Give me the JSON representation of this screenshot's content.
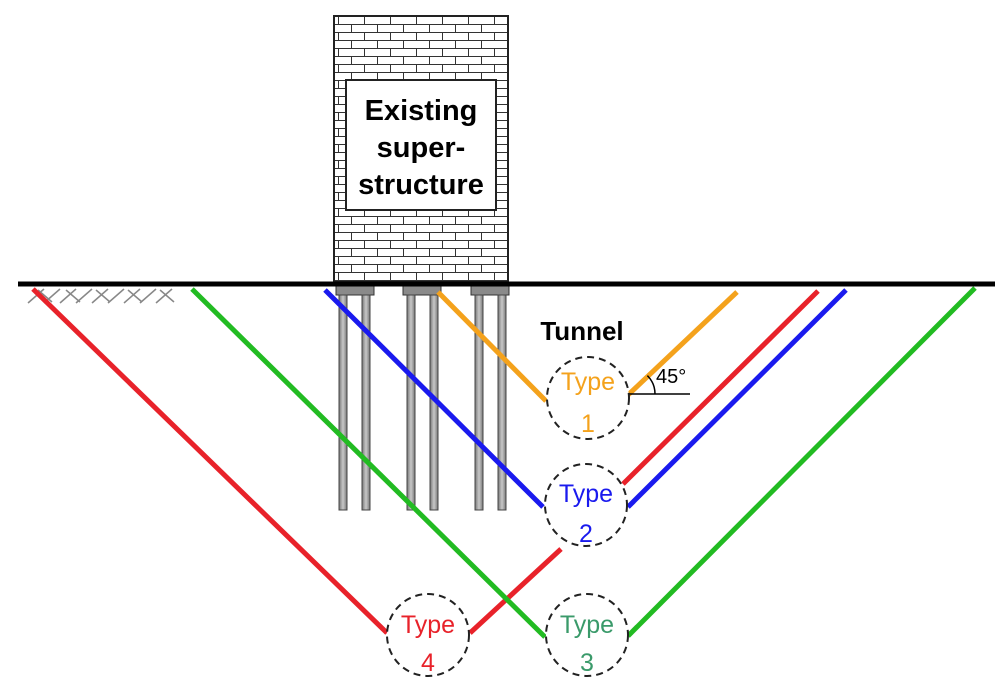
{
  "building": {
    "line1": "Existing",
    "line2": "super-",
    "line3": "structure"
  },
  "tunnel_title": "Tunnel",
  "angle_label": "45°",
  "tunnels": [
    {
      "word": "Type",
      "number": "1",
      "color": "#f4a21c"
    },
    {
      "word": "Type",
      "number": "2",
      "color": "#1a1aee"
    },
    {
      "word": "Type",
      "number": "3",
      "color": "#3a9a6a"
    },
    {
      "word": "Type",
      "number": "4",
      "color": "#e8222a"
    }
  ],
  "colors": {
    "type1_line": "#f4a21c",
    "type2_line": "#1a1aee",
    "type3_line": "#22bb22",
    "type4_line": "#e8222a"
  }
}
